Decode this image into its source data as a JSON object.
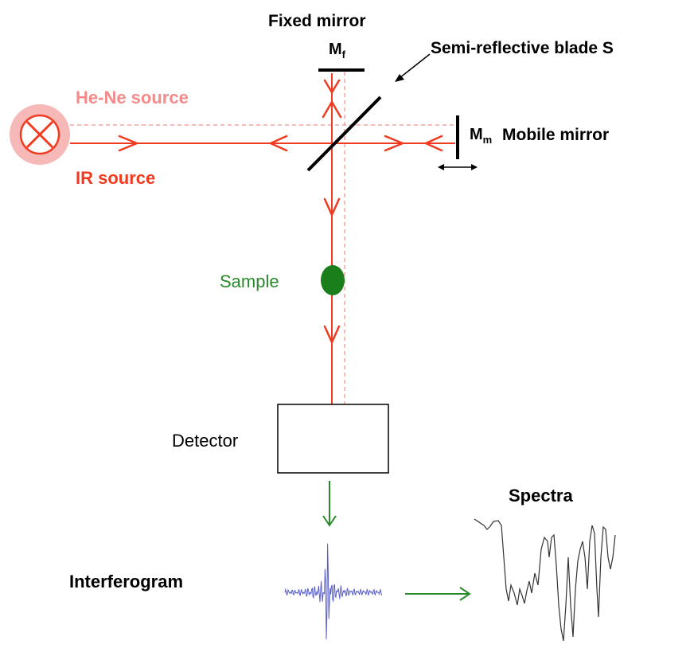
{
  "labels": {
    "fixed_mirror": "Fixed mirror",
    "mf_main": "M",
    "mf_sub": "f",
    "semi_reflective": "Semi-reflective blade S",
    "he_ne_source": "He-Ne source",
    "ir_source": "IR source",
    "mm_main": "M",
    "mm_sub": "m",
    "mobile_mirror": "Mobile mirror",
    "sample": "Sample",
    "detector": "Detector",
    "spectra": "Spectra",
    "interferogram": "Interferogram"
  },
  "colors": {
    "ir_beam": "#f03b20",
    "he_ne_beam": "#f4a6a6",
    "he_ne_text": "#f48a8a",
    "sample": "#1a7f1a",
    "sample_text": "#2a8a2a",
    "arrow_green": "#2a8a2a",
    "interferogram": "#5a5fc8",
    "mirror": "#000000",
    "spectrum": "#333333"
  },
  "icons": {
    "source": "crossed-circle-lamp-icon",
    "mirror_motion": "double-headed-arrow-icon"
  }
}
